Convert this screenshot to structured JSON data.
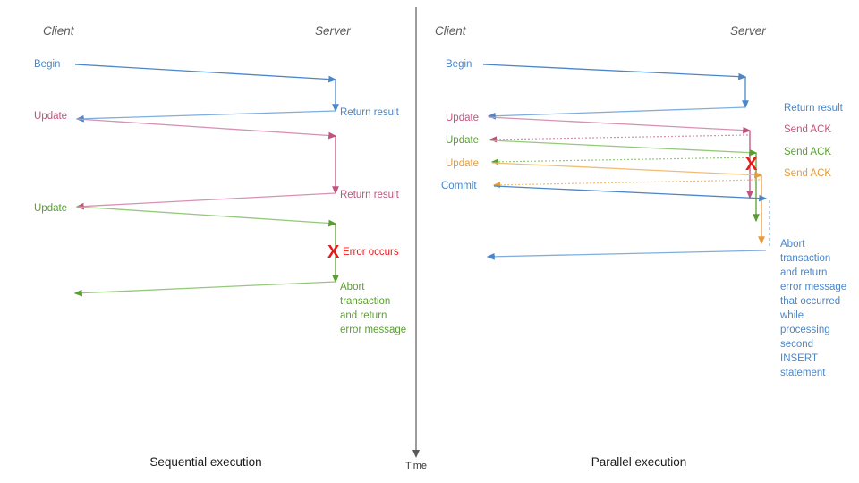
{
  "figure": {
    "background": "#ffffff",
    "divider_color": "#5a5a5a",
    "time_axis": {
      "label": "Time",
      "color": "#333333"
    }
  },
  "colors": {
    "blue": "#4a86c8",
    "blue_light": "#7faede",
    "pink": "#c1547f",
    "pink_light": "#d791b2",
    "green": "#5a9e33",
    "green_light": "#95c97a",
    "orange": "#e59b3a",
    "orange_light": "#f0bd78",
    "red": "#e8191b",
    "gray": "#5a5a5a",
    "black": "#1a1a1a"
  },
  "panels": [
    {
      "id": "sequential",
      "caption": "Sequential execution",
      "lanes": {
        "client": "Client",
        "server": "Server"
      },
      "client_labels": [
        {
          "text": "Begin",
          "color": "blue"
        },
        {
          "text": "Update",
          "color": "pink"
        },
        {
          "text": "Update",
          "color": "green"
        }
      ],
      "server_labels": [
        {
          "text": "Return result",
          "color": "blue"
        },
        {
          "text": "Return result",
          "color": "pink"
        }
      ],
      "error": {
        "marker": "X",
        "text": "Error occurs",
        "color": "red"
      },
      "abort_message": {
        "color": "green",
        "lines": [
          "Abort",
          "transaction",
          "and return",
          "error message"
        ]
      }
    },
    {
      "id": "parallel",
      "caption": "Parallel execution",
      "lanes": {
        "client": "Client",
        "server": "Server"
      },
      "client_labels": [
        {
          "text": "Begin",
          "color": "blue"
        },
        {
          "text": "Update",
          "color": "pink"
        },
        {
          "text": "Update",
          "color": "green"
        },
        {
          "text": "Update",
          "color": "orange"
        },
        {
          "text": "Commit",
          "color": "blue"
        }
      ],
      "server_labels": [
        {
          "text": "Return result",
          "color": "blue"
        },
        {
          "text": "Send ACK",
          "color": "pink"
        },
        {
          "text": "Send ACK",
          "color": "green"
        },
        {
          "text": "Send ACK",
          "color": "orange"
        }
      ],
      "error": {
        "marker": "X",
        "color": "red"
      },
      "abort_message": {
        "color": "blue",
        "lines": [
          "Abort",
          "transaction",
          "and return",
          "error message",
          "that occurred",
          "while",
          "processing",
          "second",
          "INSERT",
          "statement"
        ]
      }
    }
  ]
}
